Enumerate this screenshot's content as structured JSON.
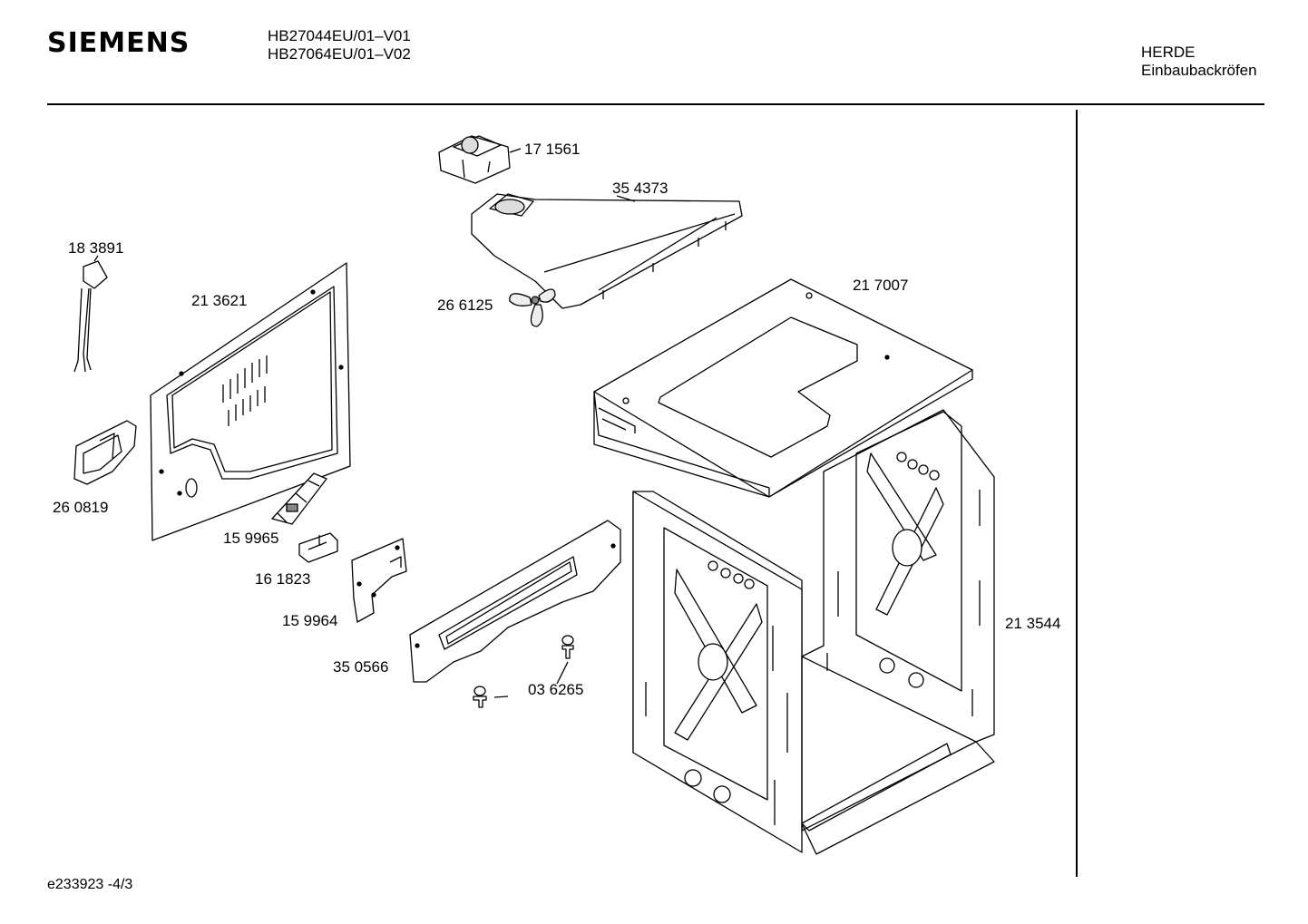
{
  "header": {
    "brand": "SIEMENS",
    "models": [
      "HB27044EU/01–V01",
      "HB27064EU/01–V02"
    ],
    "category": [
      "HERDE",
      "Einbaubackröfen"
    ]
  },
  "parts": [
    {
      "id": "part-171561",
      "number": "17 1561"
    },
    {
      "id": "part-354373",
      "number": "35 4373"
    },
    {
      "id": "part-183891",
      "number": "18 3891"
    },
    {
      "id": "part-213621",
      "number": "21 3621"
    },
    {
      "id": "part-266125",
      "number": "26 6125"
    },
    {
      "id": "part-217007",
      "number": "21 7007"
    },
    {
      "id": "part-260819",
      "number": "26 0819"
    },
    {
      "id": "part-159965",
      "number": "15 9965"
    },
    {
      "id": "part-161823",
      "number": "16 1823"
    },
    {
      "id": "part-159964",
      "number": "15 9964"
    },
    {
      "id": "part-350566",
      "number": "35 0566"
    },
    {
      "id": "part-036265",
      "number": "03 6265"
    },
    {
      "id": "part-213544",
      "number": "21 3544"
    }
  ],
  "footer": {
    "doc_ref": "e233923  -4/3"
  }
}
